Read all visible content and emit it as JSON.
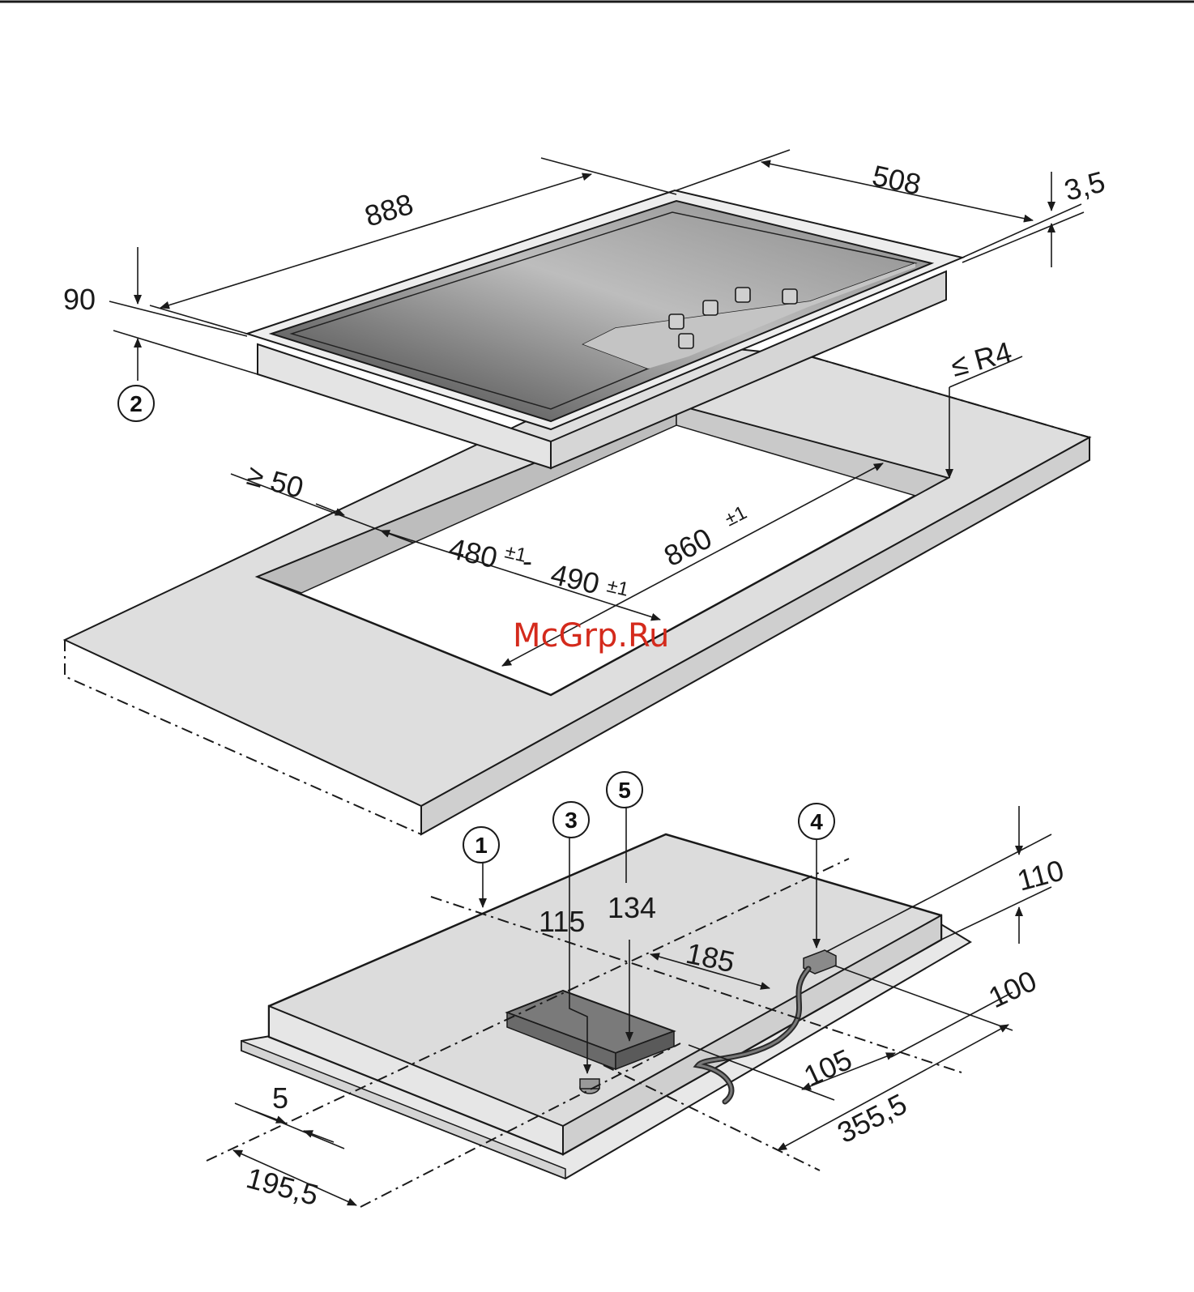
{
  "dimensions": {
    "width_888": "888",
    "depth_508": "508",
    "thickness_3_5": "3,5",
    "height_90": "90",
    "radius": "≤ R4",
    "min_edge": "≥ 50",
    "cutout_depth_a": "480",
    "cutout_depth_a_tol": "±1",
    "dash": "-",
    "cutout_depth_b": "490",
    "cutout_depth_b_tol": "±1",
    "cutout_width": "860",
    "cutout_width_tol": "±1",
    "d_115": "115",
    "d_134": "134",
    "d_185": "185",
    "d_110": "110",
    "d_100": "100",
    "d_105": "105",
    "d_355_5": "355,5",
    "d_5": "5",
    "d_195_5": "195,5"
  },
  "callouts": [
    "1",
    "2",
    "3",
    "4",
    "5"
  ],
  "watermark": "McGrp.Ru",
  "colors": {
    "ink": "#1a1a1a",
    "worktop": "#dedede",
    "worktop_edge": "#cfcfcf",
    "glass_dark": "#4a4a4a",
    "glass_light": "#c8c8c8",
    "box": "#7a7a7a",
    "watermark": "#d42a1c"
  }
}
